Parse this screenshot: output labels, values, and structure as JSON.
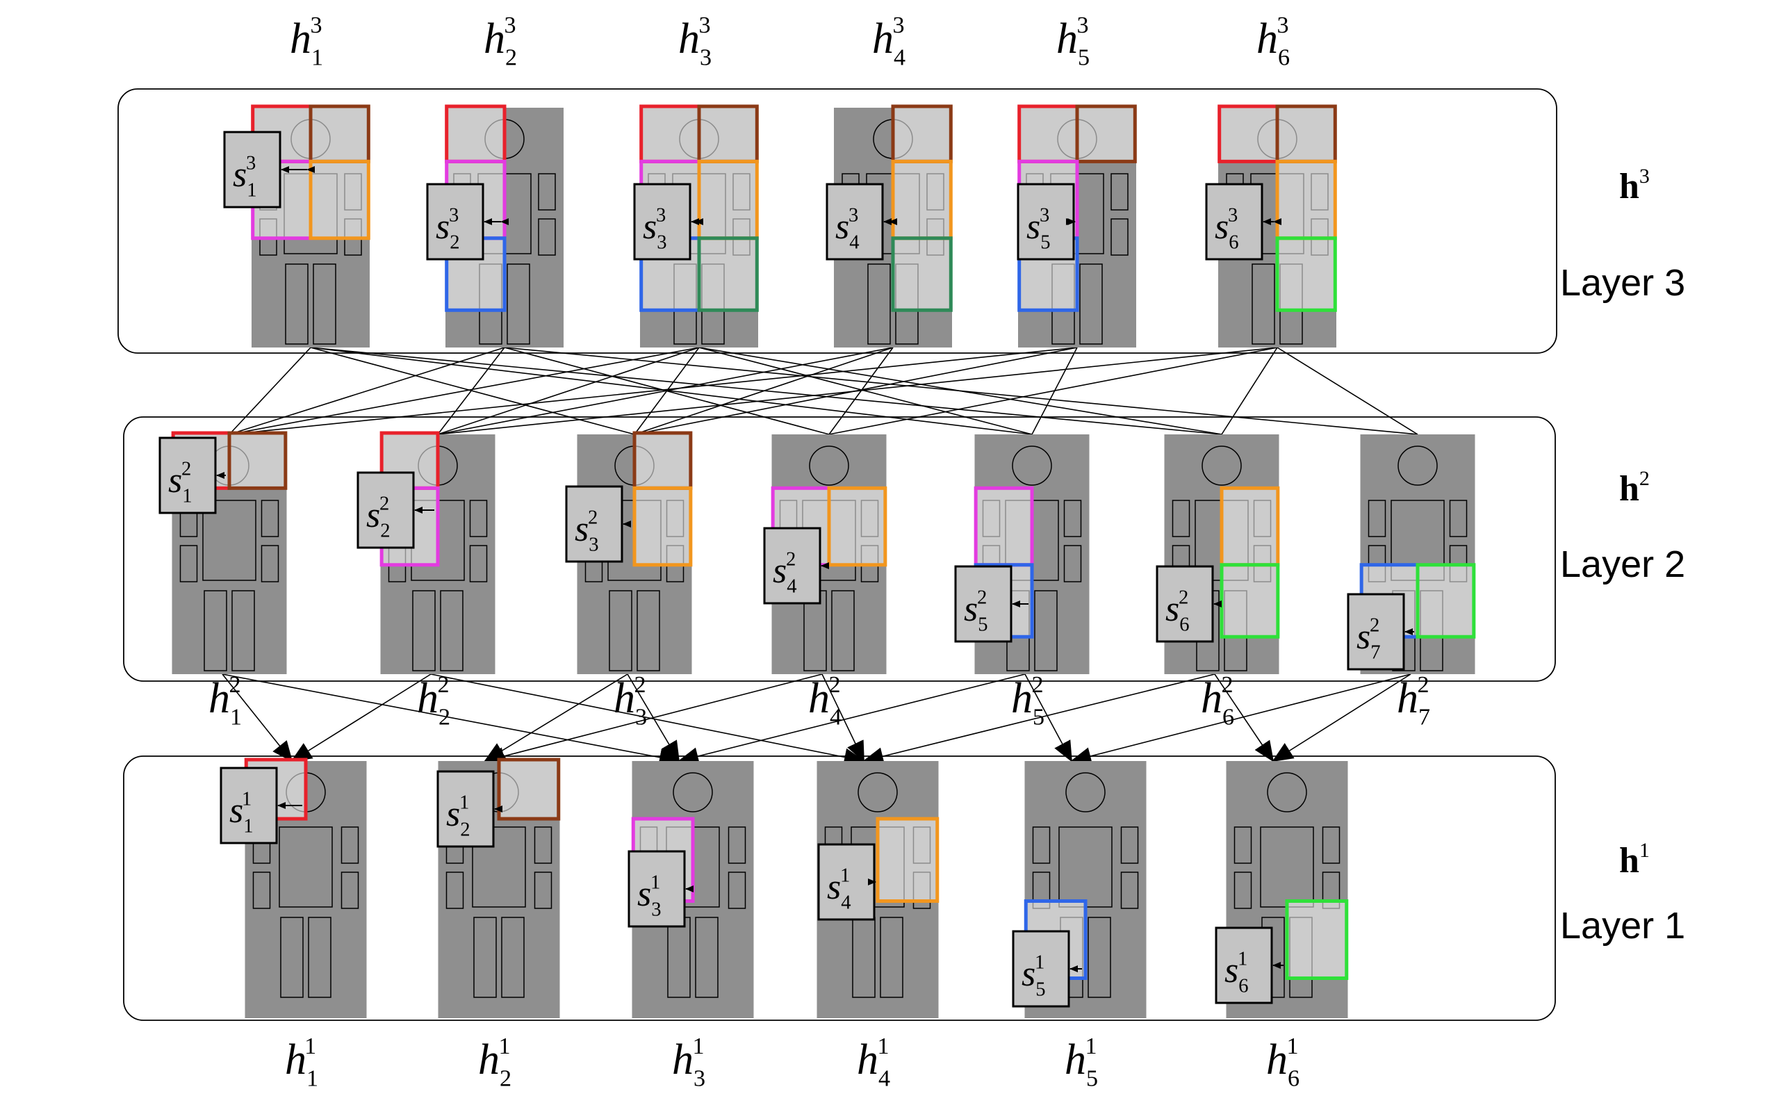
{
  "layers": [
    {
      "key": "l3",
      "label": "Layer 3",
      "vector": "h",
      "superscript": "3",
      "top_labels": [
        "1",
        "2",
        "3",
        "4",
        "5",
        "6"
      ],
      "bottom_labels": [],
      "figures": [
        {
          "idx": 1,
          "node_sub": "1",
          "regions": [
            {
              "part": "head-left",
              "color": "red"
            },
            {
              "part": "head-right",
              "color": "brown"
            },
            {
              "part": "torso-left",
              "color": "magenta"
            },
            {
              "part": "torso-right",
              "color": "orange"
            }
          ]
        },
        {
          "idx": 2,
          "node_sub": "2",
          "regions": [
            {
              "part": "head-left",
              "color": "red"
            },
            {
              "part": "torso-left",
              "color": "magenta"
            },
            {
              "part": "leg-left",
              "color": "blue"
            }
          ]
        },
        {
          "idx": 3,
          "node_sub": "3",
          "regions": [
            {
              "part": "head-left",
              "color": "red"
            },
            {
              "part": "head-right",
              "color": "brown"
            },
            {
              "part": "torso-left",
              "color": "magenta"
            },
            {
              "part": "torso-right",
              "color": "orange"
            },
            {
              "part": "leg-left",
              "color": "blue"
            },
            {
              "part": "leg-right",
              "color": "teal"
            }
          ]
        },
        {
          "idx": 4,
          "node_sub": "4",
          "regions": [
            {
              "part": "head-right",
              "color": "brown"
            },
            {
              "part": "torso-right",
              "color": "orange"
            },
            {
              "part": "leg-right",
              "color": "teal"
            }
          ]
        },
        {
          "idx": 5,
          "node_sub": "5",
          "regions": [
            {
              "part": "head-left",
              "color": "red"
            },
            {
              "part": "head-right",
              "color": "brown"
            },
            {
              "part": "torso-left",
              "color": "magenta"
            },
            {
              "part": "leg-left",
              "color": "blue"
            }
          ]
        },
        {
          "idx": 6,
          "node_sub": "6",
          "regions": [
            {
              "part": "head-left",
              "color": "red"
            },
            {
              "part": "head-right",
              "color": "brown"
            },
            {
              "part": "torso-right",
              "color": "orange"
            },
            {
              "part": "leg-right",
              "color": "green"
            }
          ]
        }
      ]
    },
    {
      "key": "l2",
      "label": "Layer 2",
      "vector": "h",
      "superscript": "2",
      "top_labels": [],
      "bottom_labels": [
        "1",
        "2",
        "3",
        "4",
        "5",
        "6",
        "7"
      ],
      "figures": [
        {
          "idx": 1,
          "node_sub": "1",
          "regions": [
            {
              "part": "head-left",
              "color": "red"
            },
            {
              "part": "head-right",
              "color": "brown"
            }
          ]
        },
        {
          "idx": 2,
          "node_sub": "2",
          "regions": [
            {
              "part": "head-left",
              "color": "red"
            },
            {
              "part": "torso-left",
              "color": "magenta"
            }
          ]
        },
        {
          "idx": 3,
          "node_sub": "3",
          "regions": [
            {
              "part": "head-right",
              "color": "brown"
            },
            {
              "part": "torso-right",
              "color": "orange"
            }
          ]
        },
        {
          "idx": 4,
          "node_sub": "4",
          "regions": [
            {
              "part": "torso-left",
              "color": "magenta"
            },
            {
              "part": "torso-right",
              "color": "orange"
            }
          ]
        },
        {
          "idx": 5,
          "node_sub": "5",
          "regions": [
            {
              "part": "torso-left",
              "color": "magenta"
            },
            {
              "part": "leg-left",
              "color": "blue"
            }
          ]
        },
        {
          "idx": 6,
          "node_sub": "6",
          "regions": [
            {
              "part": "torso-right",
              "color": "orange"
            },
            {
              "part": "leg-right",
              "color": "green"
            }
          ]
        },
        {
          "idx": 7,
          "node_sub": "7",
          "regions": [
            {
              "part": "leg-left",
              "color": "blue"
            },
            {
              "part": "leg-right",
              "color": "green"
            }
          ]
        }
      ]
    },
    {
      "key": "l1",
      "label": "Layer 1",
      "vector": "h",
      "superscript": "1",
      "top_labels": [],
      "bottom_labels": [
        "1",
        "2",
        "3",
        "4",
        "5",
        "6"
      ],
      "figures": [
        {
          "idx": 1,
          "node_sub": "1",
          "regions": [
            {
              "part": "head-left",
              "color": "red"
            }
          ]
        },
        {
          "idx": 2,
          "node_sub": "2",
          "regions": [
            {
              "part": "head-right",
              "color": "brown"
            }
          ]
        },
        {
          "idx": 3,
          "node_sub": "3",
          "regions": [
            {
              "part": "torso-left",
              "color": "magenta"
            }
          ]
        },
        {
          "idx": 4,
          "node_sub": "4",
          "regions": [
            {
              "part": "torso-right",
              "color": "orange"
            }
          ]
        },
        {
          "idx": 5,
          "node_sub": "5",
          "regions": [
            {
              "part": "leg-left",
              "color": "blue"
            }
          ]
        },
        {
          "idx": 6,
          "node_sub": "6",
          "regions": [
            {
              "part": "leg-right",
              "color": "green"
            }
          ]
        }
      ]
    }
  ],
  "node_letter": "s",
  "hidden_letter": "h",
  "connections_l3_l2": [
    [
      1,
      1
    ],
    [
      1,
      3
    ],
    [
      1,
      5
    ],
    [
      1,
      6
    ],
    [
      2,
      1
    ],
    [
      2,
      2
    ],
    [
      2,
      4
    ],
    [
      2,
      7
    ],
    [
      3,
      1
    ],
    [
      3,
      2
    ],
    [
      3,
      3
    ],
    [
      3,
      5
    ],
    [
      3,
      6
    ],
    [
      4,
      2
    ],
    [
      4,
      3
    ],
    [
      4,
      4
    ],
    [
      5,
      1
    ],
    [
      5,
      3
    ],
    [
      5,
      5
    ],
    [
      6,
      2
    ],
    [
      6,
      4
    ],
    [
      6,
      6
    ],
    [
      6,
      7
    ]
  ],
  "connections_l2_l1": [
    [
      1,
      1
    ],
    [
      1,
      3
    ],
    [
      2,
      1
    ],
    [
      2,
      4
    ],
    [
      3,
      2
    ],
    [
      3,
      3
    ],
    [
      4,
      2
    ],
    [
      4,
      4
    ],
    [
      5,
      3
    ],
    [
      5,
      5
    ],
    [
      6,
      4
    ],
    [
      6,
      6
    ],
    [
      7,
      5
    ],
    [
      7,
      6
    ]
  ],
  "colors": {
    "red": "#e8212b",
    "brown": "#8b3a16",
    "magenta": "#e33be0",
    "orange": "#f2961e",
    "blue": "#2f66e8",
    "teal": "#2f8a58",
    "green": "#2fe03a",
    "figure_fill": "#8f8f8f",
    "node_fill": "#c4c4c4"
  }
}
